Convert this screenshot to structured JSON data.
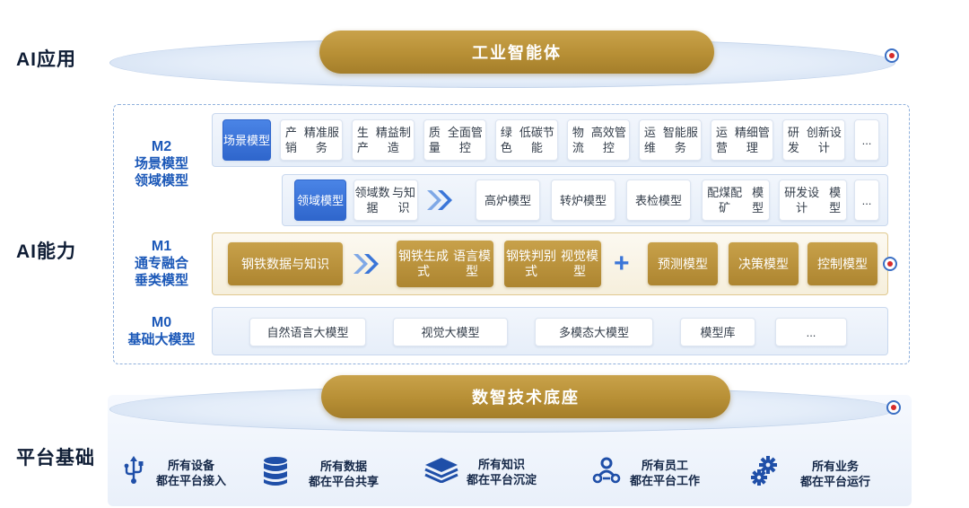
{
  "rows": {
    "ai_app": "AI应用",
    "ai_capability": "AI能力",
    "platform": "平台基础"
  },
  "top_pill": "工业智能体",
  "bottom_pill": "数智技术底座",
  "m2": {
    "code": "M2",
    "line1": "场景模型",
    "line2": "领域模型",
    "scene_header": [
      "场景",
      "模型"
    ],
    "scene_items": [
      [
        "产销",
        "精准服务"
      ],
      [
        "生产",
        "精益制造"
      ],
      [
        "质量",
        "全面管控"
      ],
      [
        "绿色",
        "低碳节能"
      ],
      [
        "物流",
        "高效管控"
      ],
      [
        "运维",
        "智能服务"
      ],
      [
        "运营",
        "精细管理"
      ],
      [
        "研发",
        "创新设计"
      ]
    ],
    "scene_more": "...",
    "domain_header": [
      "领域",
      "模型"
    ],
    "domain_source": [
      "领域数据",
      "与知识"
    ],
    "domain_items": [
      [
        "高炉",
        "模型"
      ],
      [
        "转炉",
        "模型"
      ],
      [
        "表检",
        "模型"
      ],
      [
        "配煤配矿",
        "模型"
      ],
      [
        "研发设计",
        "模型"
      ]
    ],
    "domain_more": "..."
  },
  "m1": {
    "code": "M1",
    "line1": "通专融合",
    "line2": "垂类模型",
    "source": "钢铁数据与知识",
    "gen_model": [
      "钢铁生成式",
      "语言模型"
    ],
    "judge_model": [
      "钢铁判别式",
      "视觉模型"
    ],
    "tasks": [
      "预测模型",
      "决策模型",
      "控制模型"
    ]
  },
  "m0": {
    "code": "M0",
    "line1": "基础大模型",
    "items": [
      "自然语言大模型",
      "视觉大模型",
      "多模态大模型",
      "模型库",
      "..."
    ]
  },
  "platform_items": [
    {
      "icon": "usb-icon",
      "line1": "所有设备",
      "line2": "都在平台接入"
    },
    {
      "icon": "database-icon",
      "line1": "所有数据",
      "line2": "都在平台共享"
    },
    {
      "icon": "layers-icon",
      "line1": "所有知识",
      "line2": "都在平台沉淀"
    },
    {
      "icon": "people-icon",
      "line1": "所有员工",
      "line2": "都在平台工作"
    },
    {
      "icon": "gears-icon",
      "line1": "所有业务",
      "line2": "都在平台运行"
    }
  ],
  "colors": {
    "gold": "#b78f35",
    "blue": "#2f66cc",
    "title": "#0f1d35",
    "mlabel": "#1b58b8"
  }
}
